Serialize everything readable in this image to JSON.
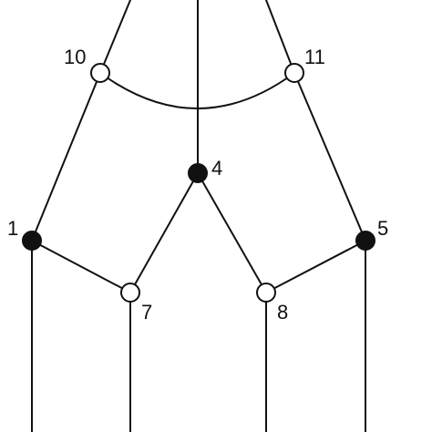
{
  "diagram": {
    "colors": {
      "stroke": "#111111",
      "filled_node": "#111111",
      "open_node": "#ffffff",
      "background": "#ffffff"
    },
    "nodes": [
      {
        "id": "1",
        "label": "1",
        "style": "filled"
      },
      {
        "id": "4",
        "label": "4",
        "style": "filled"
      },
      {
        "id": "5",
        "label": "5",
        "style": "filled"
      },
      {
        "id": "7",
        "label": "7",
        "style": "open"
      },
      {
        "id": "8",
        "label": "8",
        "style": "open"
      },
      {
        "id": "10",
        "label": "10",
        "style": "open"
      },
      {
        "id": "11",
        "label": "11",
        "style": "open"
      }
    ],
    "edges": [
      {
        "from": "10",
        "to": "1"
      },
      {
        "from": "11",
        "to": "5"
      },
      {
        "from": "10",
        "to": "11",
        "shape": "curve"
      },
      {
        "from": "1",
        "to": "7"
      },
      {
        "from": "4",
        "to": "7"
      },
      {
        "from": "4",
        "to": "8"
      },
      {
        "from": "5",
        "to": "8"
      }
    ]
  }
}
